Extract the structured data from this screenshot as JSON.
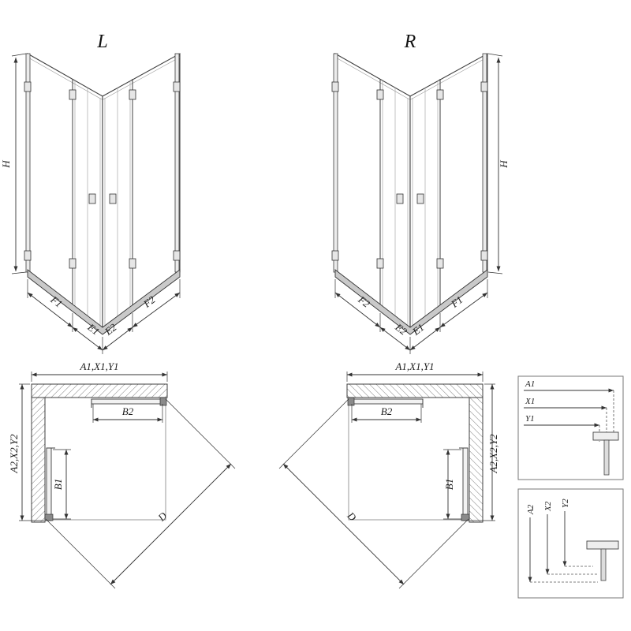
{
  "colors": {
    "line": "#3f3f3f",
    "hatch": "#7a7a7a",
    "rail": "#c9c9c9",
    "background": "#ffffff"
  },
  "iso_left": {
    "title": "L",
    "height": "H",
    "seg1": "F1",
    "seg2": "E1",
    "seg3": "E2",
    "seg4": "F2"
  },
  "iso_right": {
    "title": "R",
    "height": "H",
    "seg1": "F2",
    "seg2": "E2",
    "seg3": "E1",
    "seg4": "F1"
  },
  "plan_left": {
    "top_dim": "A1,X1,Y1",
    "side_dim": "A2,X2,Y2",
    "door_top": "B2",
    "door_side": "B1",
    "diagonal": "D"
  },
  "plan_right": {
    "top_dim": "A1,X1,Y1",
    "side_dim": "A2,X2,Y2",
    "door_top": "B2",
    "door_side": "B1",
    "diagonal": "D"
  },
  "detail_top": {
    "row1": "A1",
    "row2": "X1",
    "row3": "Y1"
  },
  "detail_bottom": {
    "row1": "A2",
    "row2": "X2",
    "row3": "Y2"
  }
}
